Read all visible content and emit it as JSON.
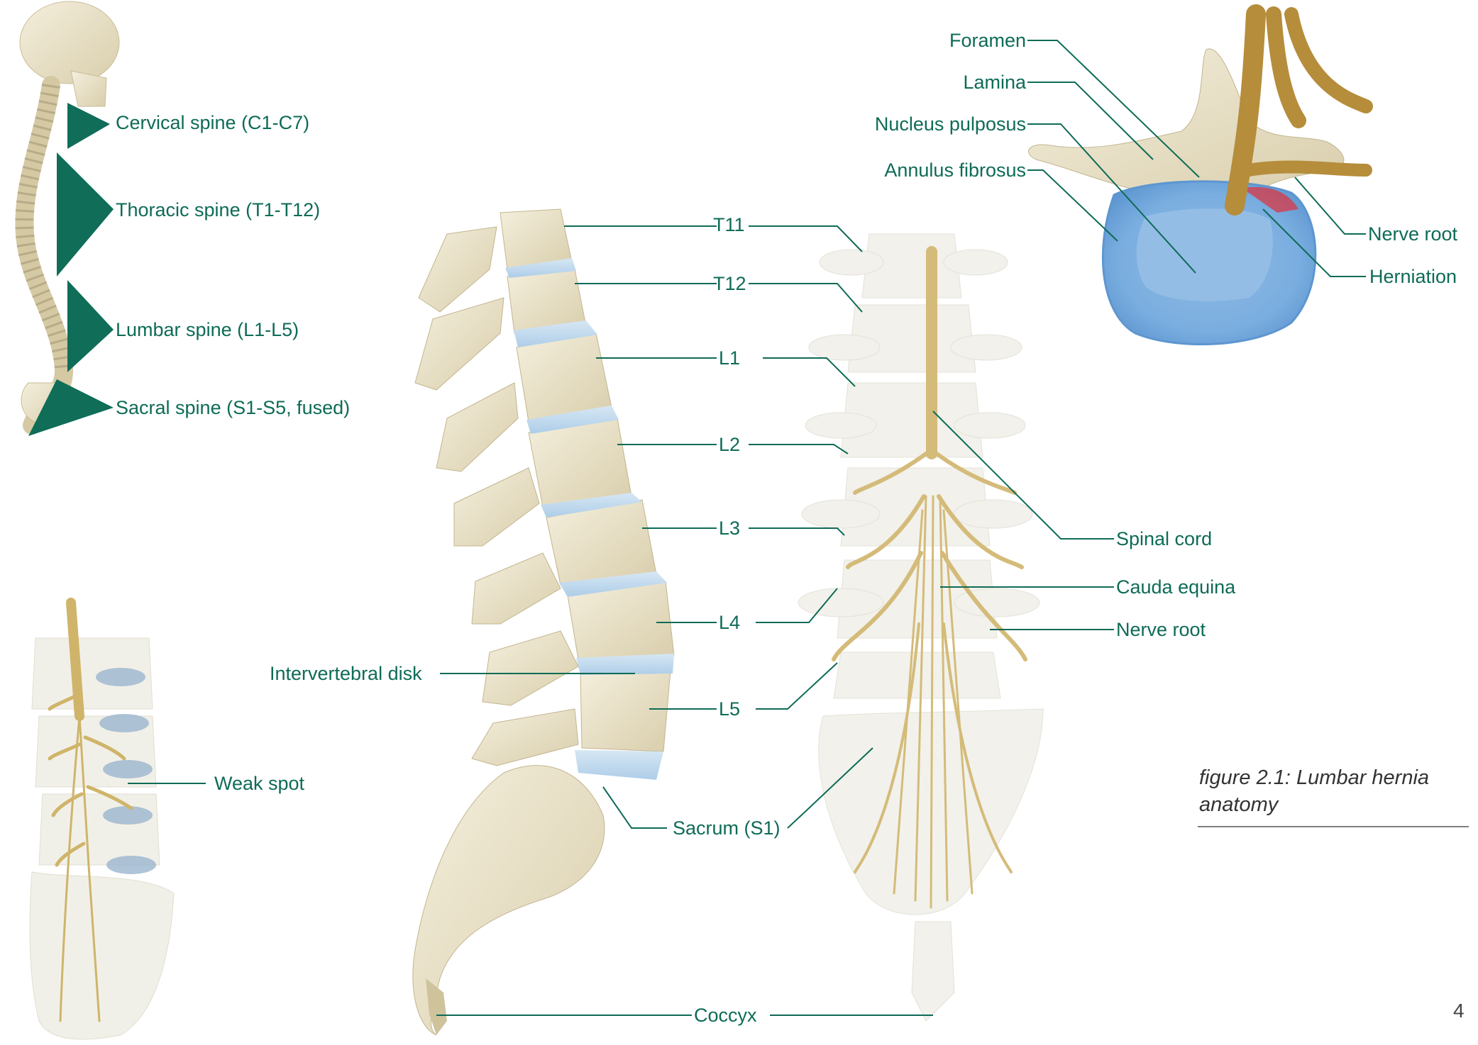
{
  "colors": {
    "label": "#0e6b57",
    "bone": "#e8e0c6",
    "disk": "#bcd8ee",
    "nerve": "#cfb46a",
    "herniation": "#e0303a"
  },
  "overview_labels": {
    "cervical": "Cervical spine (C1-C7)",
    "thoracic": "Thoracic spine (T1-T12)",
    "lumbar": "Lumbar spine (L1-L5)",
    "sacral": "Sacral spine (S1-S5, fused)"
  },
  "lateral_labels": {
    "t11": "T11",
    "t12": "T12",
    "l1": "L1",
    "l2": "L2",
    "l3": "L3",
    "l4": "L4",
    "l5": "L5",
    "disk": "Intervertebral disk",
    "sacrum": "Sacrum (S1)",
    "coccyx": "Coccyx"
  },
  "posterior_labels": {
    "spinal_cord": "Spinal cord",
    "cauda_equina": "Cauda equina",
    "nerve_root": "Nerve root"
  },
  "weak_spot_label": "Weak spot",
  "disc_labels": {
    "foramen": "Foramen",
    "lamina": "Lamina",
    "nucleus": "Nucleus pulposus",
    "annulus": "Annulus fibrosus",
    "nerve_root": "Nerve root",
    "herniation": "Herniation"
  },
  "caption": {
    "line1": "figure 2.1: Lumbar hernia",
    "line2": "anatomy"
  },
  "page_number": "4"
}
